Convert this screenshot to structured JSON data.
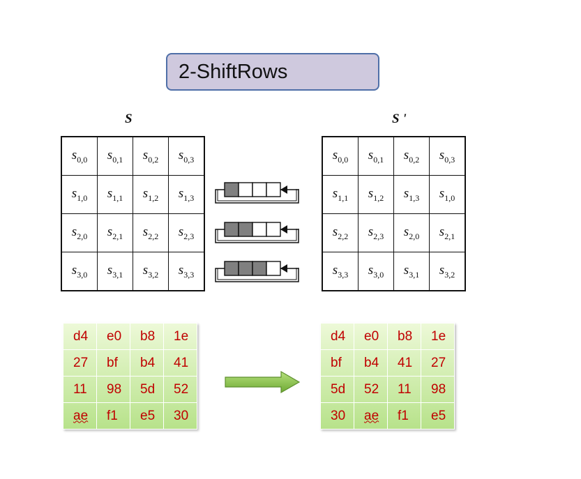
{
  "title": "2-ShiftRows",
  "state_label": "S",
  "result_label": "S '",
  "state_matrix": [
    [
      {
        "b": "0",
        "c": "0"
      },
      {
        "b": "0",
        "c": "1"
      },
      {
        "b": "0",
        "c": "2"
      },
      {
        "b": "0",
        "c": "3"
      }
    ],
    [
      {
        "b": "1",
        "c": "0"
      },
      {
        "b": "1",
        "c": "1"
      },
      {
        "b": "1",
        "c": "2"
      },
      {
        "b": "1",
        "c": "3"
      }
    ],
    [
      {
        "b": "2",
        "c": "0"
      },
      {
        "b": "2",
        "c": "1"
      },
      {
        "b": "2",
        "c": "2"
      },
      {
        "b": "2",
        "c": "3"
      }
    ],
    [
      {
        "b": "3",
        "c": "0"
      },
      {
        "b": "3",
        "c": "1"
      },
      {
        "b": "3",
        "c": "2"
      },
      {
        "b": "3",
        "c": "3"
      }
    ]
  ],
  "result_matrix": [
    [
      {
        "b": "0",
        "c": "0"
      },
      {
        "b": "0",
        "c": "1"
      },
      {
        "b": "0",
        "c": "2"
      },
      {
        "b": "0",
        "c": "3"
      }
    ],
    [
      {
        "b": "1",
        "c": "1"
      },
      {
        "b": "1",
        "c": "2"
      },
      {
        "b": "1",
        "c": "3"
      },
      {
        "b": "1",
        "c": "0"
      }
    ],
    [
      {
        "b": "2",
        "c": "2"
      },
      {
        "b": "2",
        "c": "3"
      },
      {
        "b": "2",
        "c": "0"
      },
      {
        "b": "2",
        "c": "1"
      }
    ],
    [
      {
        "b": "3",
        "c": "3"
      },
      {
        "b": "3",
        "c": "0"
      },
      {
        "b": "3",
        "c": "1"
      },
      {
        "b": "3",
        "c": "2"
      }
    ]
  ],
  "cell_prefix": "s",
  "shift_amounts": [
    1,
    2,
    3
  ],
  "input_hex": [
    [
      "d4",
      "e0",
      "b8",
      "1e"
    ],
    [
      "27",
      "bf",
      "b4",
      "41"
    ],
    [
      "11",
      "98",
      "5d",
      "52"
    ],
    [
      "ae",
      "f1",
      "e5",
      "30"
    ]
  ],
  "output_hex": [
    [
      "d4",
      "e0",
      "b8",
      "1e"
    ],
    [
      "bf",
      "b4",
      "41",
      "27"
    ],
    [
      "5d",
      "52",
      "11",
      "98"
    ],
    [
      "30",
      "ae",
      "f1",
      "e5"
    ]
  ],
  "colors": {
    "title_fill": "#cfc9de",
    "title_border": "#4f6fa8",
    "hex_text": "#c00000",
    "hex_fill_top": "#edf9d8",
    "hex_fill_bottom": "#b7e28a",
    "arrow_fill": "#8ecb4e",
    "shift_cell_filled": "#808080"
  }
}
